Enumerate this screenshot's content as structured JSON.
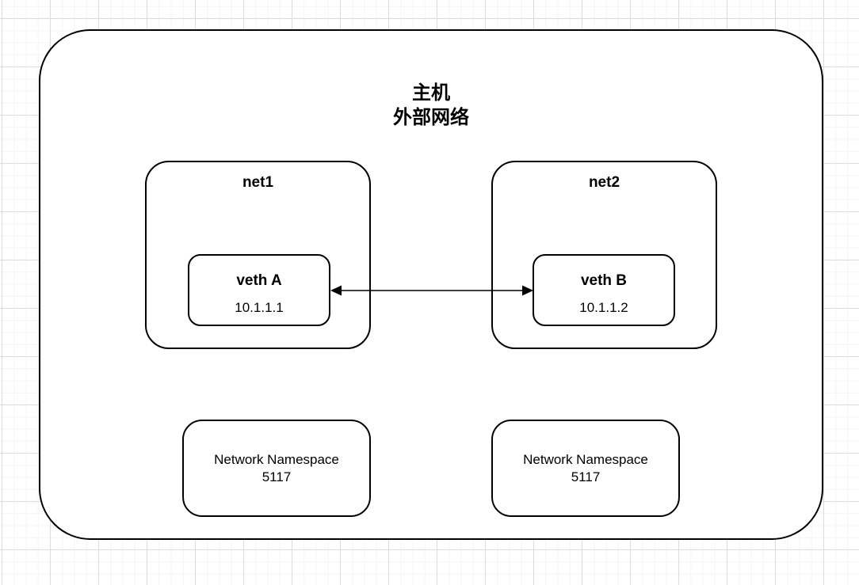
{
  "host": {
    "title_line1": "主机",
    "title_line2": "外部网络"
  },
  "namespaces": [
    {
      "name": "net1",
      "veth": {
        "name": "veth A",
        "ip": "10.1.1.1"
      },
      "namespace_label": "Network Namespace",
      "namespace_id": "5117"
    },
    {
      "name": "net2",
      "veth": {
        "name": "veth B",
        "ip": "10.1.1.2"
      },
      "namespace_label": "Network Namespace",
      "namespace_id": "5117"
    }
  ],
  "connection": {
    "from": "veth A",
    "to": "veth B",
    "style": "double-headed-arrow"
  },
  "colors": {
    "stroke": "#000000",
    "shape_fill": "#ffffff",
    "background": "#ffffff",
    "grid_minor": "#f4f4f4",
    "grid_major": "#dcdcdc"
  }
}
